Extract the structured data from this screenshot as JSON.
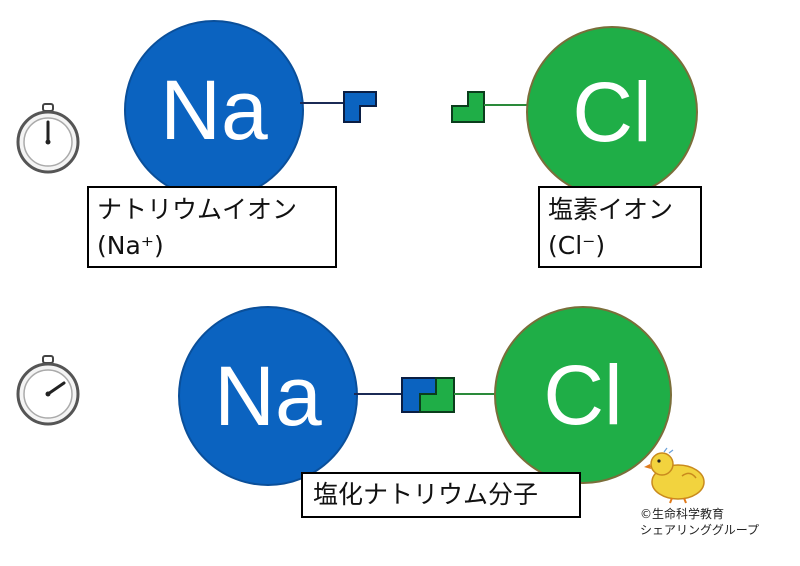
{
  "top": {
    "sodium_symbol": "Na",
    "chlorine_symbol": "Cl",
    "sodium_label_line1": "ナトリウムイオン",
    "sodium_label_line2": "(Na⁺)",
    "chloride_label_line1": "塩素イオン",
    "chloride_label_line2": "(Cl⁻)"
  },
  "bottom": {
    "sodium_symbol": "Na",
    "chlorine_symbol": "Cl",
    "compound_label": "塩化ナトリウム分子"
  },
  "credit": {
    "line1": "©生命科学教育",
    "line2": "シェアリンググループ"
  },
  "colors": {
    "sodium": "#0b63c0",
    "chlorine": "#1fae47",
    "connector_na": "#0b63c0",
    "connector_cl": "#1fae47"
  },
  "icons": [
    "stopwatch-icon",
    "stopwatch-icon",
    "chick-illustration"
  ]
}
